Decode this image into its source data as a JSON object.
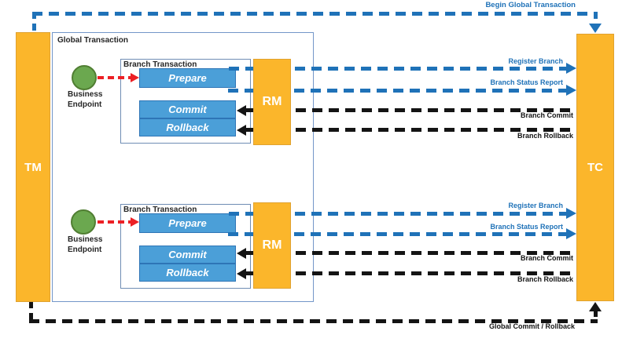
{
  "colors": {
    "orange": "#FBB62B",
    "orange_border": "#E0A230",
    "blue_box": "#4B9FD8",
    "blue_box_border": "#2E75B6",
    "blue_arrow": "#1F72B8",
    "black_arrow": "#141414",
    "red_arrow": "#EC2025",
    "green": "#6BA84F",
    "green_border": "#507E32",
    "global_border": "#7396C8",
    "branch_border": "#6F8DB4",
    "text_dark": "#262626",
    "white": "#FFFFFF"
  },
  "lanes": {
    "tm": "TM",
    "tc": "TC"
  },
  "global_box": {
    "label": "Global Transaction"
  },
  "global_messages": {
    "begin": "Begin Global Transaction",
    "commit_rollback": "Global Commit / Rollback"
  },
  "branches": [
    {
      "box_label": "Branch Transaction",
      "endpoint_line1": "Business",
      "endpoint_line2": "Endpoint",
      "rm": "RM",
      "prepare": "Prepare",
      "commit": "Commit",
      "rollback": "Rollback",
      "msg_register": "Register Branch",
      "msg_status": "Branch Status Report",
      "msg_commit": "Branch Commit",
      "msg_rollback": "Branch Rollback"
    },
    {
      "box_label": "Branch Transaction",
      "endpoint_line1": "Business",
      "endpoint_line2": "Endpoint",
      "rm": "RM",
      "prepare": "Prepare",
      "commit": "Commit",
      "rollback": "Rollback",
      "msg_register": "Register Branch",
      "msg_status": "Branch Status Report",
      "msg_commit": "Branch Commit",
      "msg_rollback": "Branch Rollback"
    }
  ]
}
